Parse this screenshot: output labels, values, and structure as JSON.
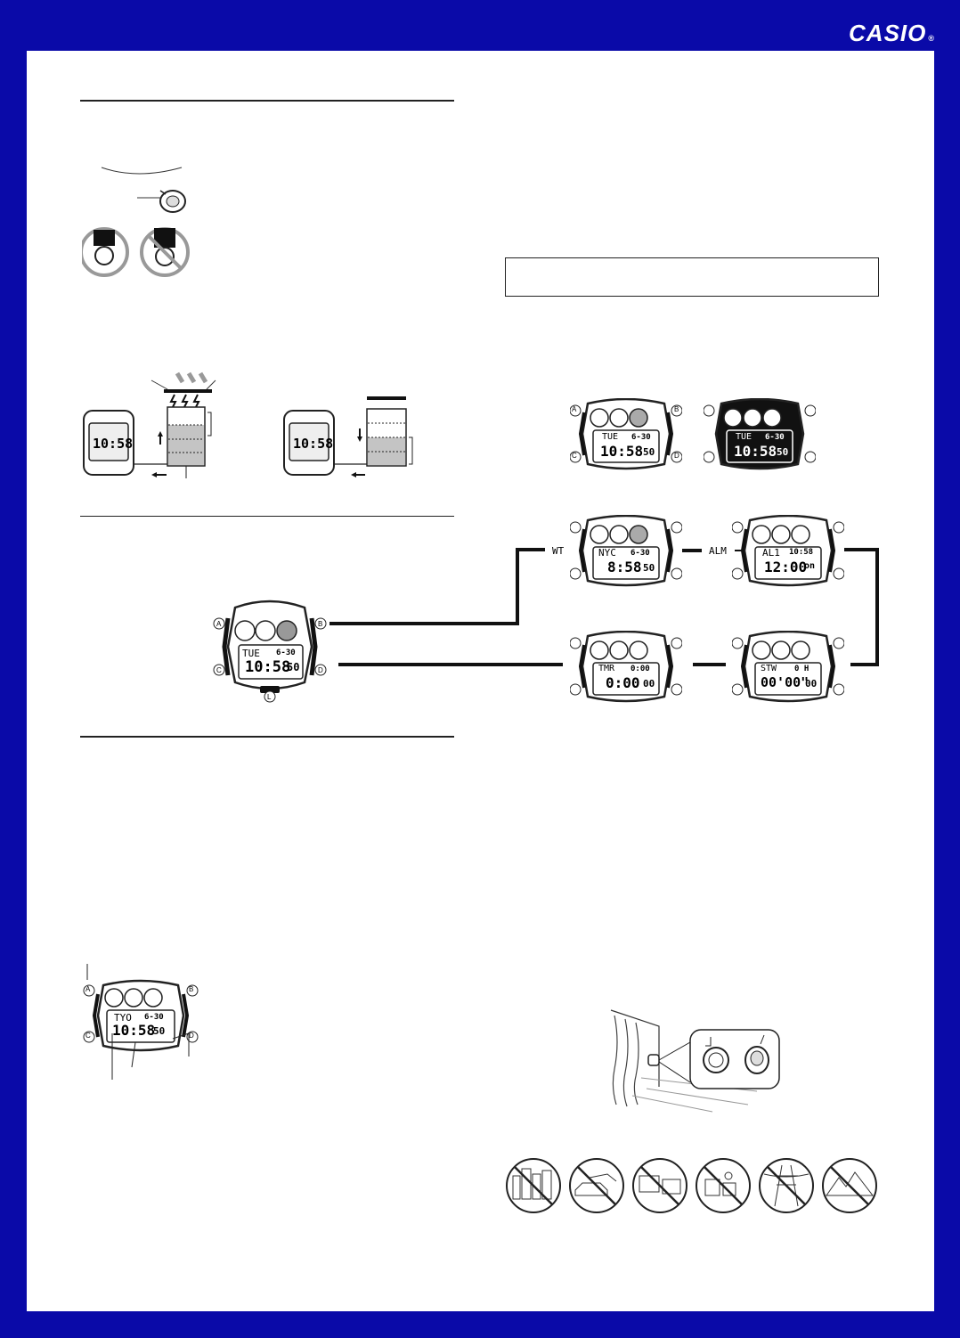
{
  "header": {
    "brand": "CASIO",
    "registered": "®"
  },
  "colors": {
    "frame": "#0a0aa8",
    "page": "#ffffff",
    "ink": "#222222"
  },
  "watch_main": {
    "day": "TUE",
    "date": "6-30",
    "time": "10:58",
    "seconds": "50",
    "buttons": [
      "A",
      "B",
      "C",
      "D",
      "L"
    ]
  },
  "watch_sample": {
    "city": "TYO",
    "date": "6-30",
    "time": "10:58",
    "seconds": "50",
    "buttons": [
      "A",
      "B",
      "C",
      "D"
    ]
  },
  "display_demo": {
    "time": "10:58"
  },
  "modes": {
    "world_time": {
      "tag": "WT",
      "city": "NYC",
      "date": "6-30",
      "time": "8:58",
      "seconds": "50"
    },
    "alarm": {
      "tag": "ALM",
      "label": "AL1",
      "small": "10:58",
      "time": "12:00",
      "suffix": "on"
    },
    "timer": {
      "label": "TMR",
      "small": "0:00",
      "time": "0:00",
      "seconds": "00"
    },
    "stopwatch": {
      "label": "STW",
      "small": "0 H",
      "time": "00'00\"",
      "seconds": "00"
    }
  },
  "icons": [
    "solar-panel-icon",
    "watch-crown-icon",
    "no-entry-icon",
    "building-icon",
    "car-icon",
    "computer-icon",
    "factory-icon",
    "power-line-icon",
    "mountain-icon"
  ]
}
